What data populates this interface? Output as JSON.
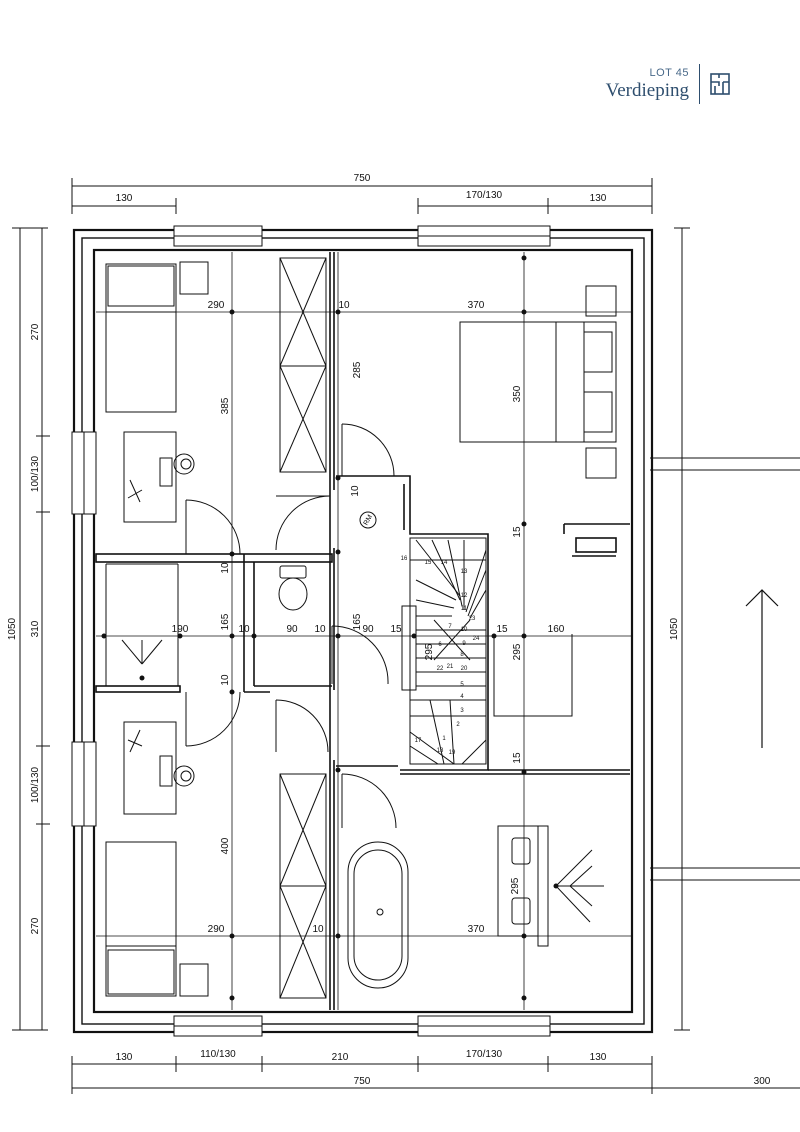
{
  "header": {
    "lot": "LOT 45",
    "title": "Verdieping",
    "icon": "floorplan-icon",
    "accent_color": "#2e4e6e"
  },
  "dimensions": {
    "top_total": "750",
    "top_left": "130",
    "top_window": "170/130",
    "top_right": "130",
    "bottom_1": "130",
    "bottom_2": "110/130",
    "bottom_3": "210",
    "bottom_4": "170/130",
    "bottom_5": "130",
    "bottom_total": "750",
    "bottom_extra": "300",
    "left_total": "1050",
    "left_1": "270",
    "left_2": "100/130",
    "left_3": "310",
    "left_4": "100/130",
    "left_5": "270",
    "right_total": "1050"
  },
  "interior_labels": {
    "w290_top": "290",
    "w10_top": "10",
    "w370_top": "370",
    "h385": "385",
    "h285": "285",
    "h350": "350",
    "h10_hall": "10",
    "rm": "RM",
    "h15_a": "15",
    "h10_l": "10",
    "h165_l": "165",
    "h165_c": "165",
    "w190": "190",
    "w10_a": "10",
    "w90": "90",
    "w10_b": "10",
    "w90_b": "90",
    "w15_a": "15",
    "w15_b": "15",
    "w160": "160",
    "h295_s": "295",
    "h295": "295",
    "h10_lb": "10",
    "h15_b": "15",
    "h400": "400",
    "w290_bot": "290",
    "w10_bot": "10",
    "w370_bot": "370",
    "h295_bath": "295"
  },
  "stairs": {
    "step_numbers": [
      "16",
      "15",
      "14",
      "13",
      "12",
      "11",
      "10",
      "9",
      "8",
      "7",
      "6",
      "5",
      "4",
      "3",
      "2",
      "1",
      "17",
      "18",
      "19",
      "20",
      "21",
      "22",
      "23",
      "24"
    ]
  },
  "north_arrow": "arrow-up-icon"
}
